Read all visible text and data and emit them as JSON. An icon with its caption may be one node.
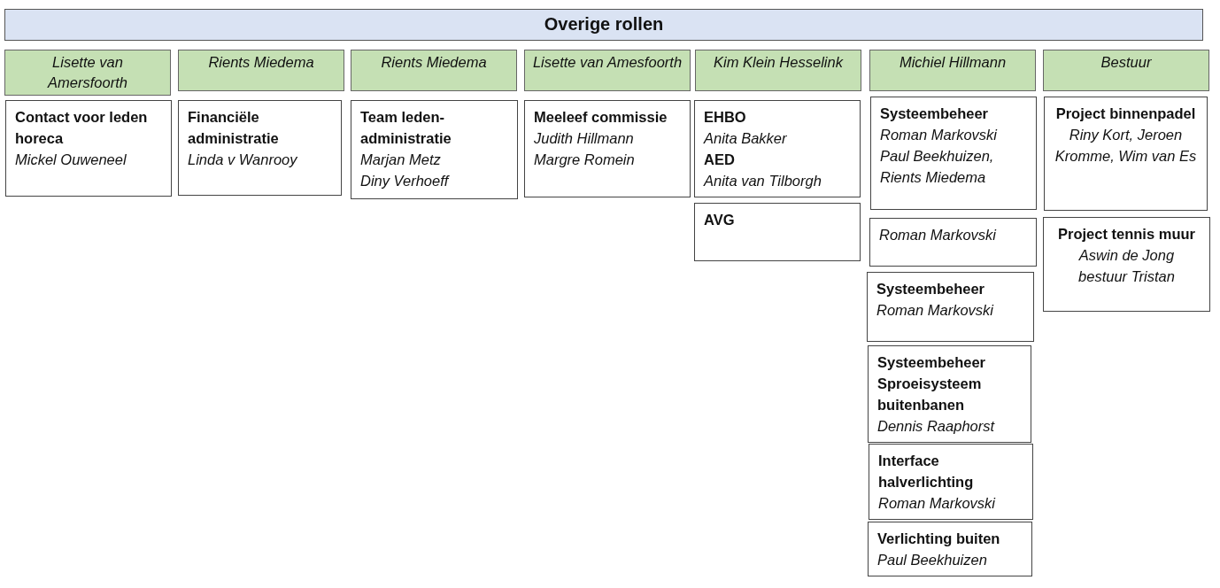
{
  "diagram": {
    "nodes": [
      {
        "text": [
          "Overige rollen"
        ]
      },
      {
        "text": [
          "Lisette van Amersfoorth"
        ]
      },
      {
        "text": [
          "Rients Miedema"
        ]
      },
      {
        "text": [
          "Rients Miedema"
        ]
      },
      {
        "text": [
          "Lisette van Amesfoorth"
        ]
      },
      {
        "text": [
          "Kim Klein Hesselink"
        ]
      },
      {
        "text": [
          "Michiel Hillmann"
        ]
      },
      {
        "text": [
          "Bestuur"
        ]
      },
      {
        "text": [
          "Contact voor leden horeca",
          "Mickel Ouweneel"
        ]
      },
      {
        "text": [
          "Financiële administratie",
          "Linda v Wanrooy"
        ]
      },
      {
        "text": [
          "Team leden-administratie",
          "Marjan Metz",
          "Diny Verhoeff"
        ]
      },
      {
        "text": [
          "Meeleef commissie",
          "Judith Hillmann",
          "Margre Romein"
        ]
      },
      {
        "text": [
          "EHBO",
          "Anita Bakker",
          "AED",
          "Anita van Tilborgh"
        ]
      },
      {
        "text": [
          "AVG"
        ]
      },
      {
        "text": [
          "Systeembeheer",
          "Roman Markovski",
          "Paul Beekhuizen, Rients Miedema"
        ]
      },
      {
        "text": [
          "Roman Markovski"
        ]
      },
      {
        "text": [
          "Systeembeheer",
          "Roman Markovski"
        ]
      },
      {
        "text": [
          "Systeembeheer Sproeisysteem buitenbanen",
          "Dennis Raaphorst"
        ]
      },
      {
        "text": [
          "Interface halverlichting",
          "Roman Markovski"
        ]
      },
      {
        "text": [
          "Verlichting buiten",
          "Paul Beekhuizen"
        ]
      },
      {
        "text": [
          "Project binnenpadel",
          "Riny Kort, Jeroen Kromme, Wim van Es"
        ]
      },
      {
        "text": [
          "Project tennis muur",
          "Aswin de Jong",
          "bestuur Tristan"
        ]
      }
    ]
  }
}
